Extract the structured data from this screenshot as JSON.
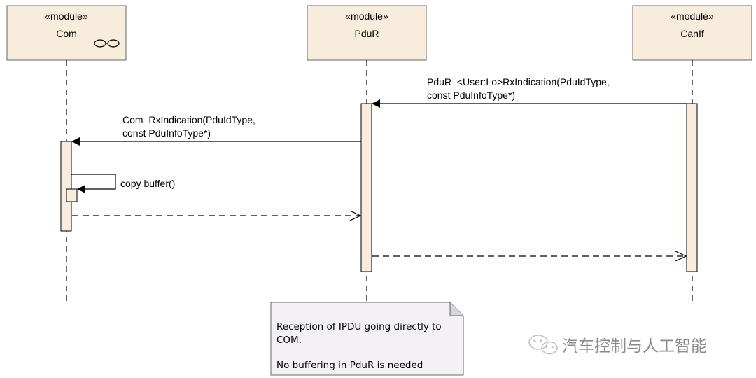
{
  "participants": [
    {
      "id": "com",
      "stereotype": "«module»",
      "name": "Com"
    },
    {
      "id": "pdur",
      "stereotype": "«module»",
      "name": "PduR"
    },
    {
      "id": "canif",
      "stereotype": "«module»",
      "name": "CanIf"
    }
  ],
  "messages": {
    "canif_to_pdur": {
      "line1": "PduR_<User:Lo>RxIndication(PduIdType,",
      "line2": "const PduInfoType*)"
    },
    "pdur_to_com": {
      "line1": "Com_RxIndication(PduIdType,",
      "line2": "const PduInfoType*)"
    },
    "self_copy": {
      "label": "copy buffer()"
    }
  },
  "note": {
    "line1": "Reception of IPDU going directly to",
    "line2": "COM.",
    "line3": "No buffering in PduR is needed"
  },
  "watermark": {
    "text": "汽车控制与人工智能"
  },
  "colors": {
    "box_fill": "#f8ecdc",
    "note_fill": "#f4f1f6",
    "line": "#000000"
  }
}
